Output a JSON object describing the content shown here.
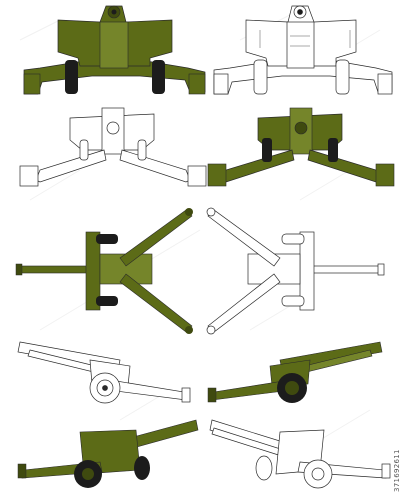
{
  "stock_id": "371692611",
  "colors": {
    "olive": "#5c6b17",
    "olive_dark": "#3f4a0f",
    "olive_light": "#75852a",
    "tire": "#1c1c1c",
    "outline": "#2a2a2a",
    "white": "#ffffff",
    "watermark": "#e6e6e6"
  },
  "views": [
    {
      "name": "front-view",
      "style": "color"
    },
    {
      "name": "front-view",
      "style": "outline"
    },
    {
      "name": "rear-view",
      "style": "outline"
    },
    {
      "name": "rear-view",
      "style": "color"
    },
    {
      "name": "top-view",
      "style": "color"
    },
    {
      "name": "top-view",
      "style": "outline"
    },
    {
      "name": "side-view-left",
      "style": "outline"
    },
    {
      "name": "side-view-right",
      "style": "color"
    },
    {
      "name": "perspective-view",
      "style": "color"
    },
    {
      "name": "perspective-view",
      "style": "outline"
    }
  ],
  "icons": {
    "cannon": "howitzer-icon",
    "wheel": "wheel-icon"
  }
}
